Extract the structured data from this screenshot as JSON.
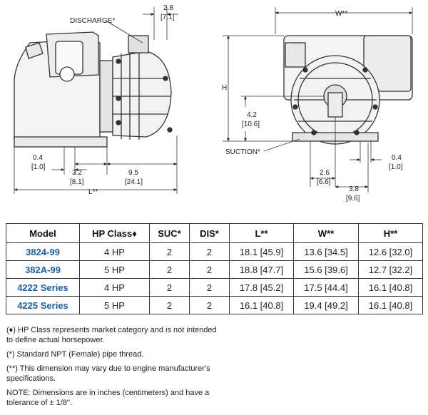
{
  "drawing": {
    "side_view": {
      "discharge_label": "DISCHARGE*",
      "dim_top_in": "2.8",
      "dim_top_cm": "[7.1]",
      "dim_left_in": "0.4",
      "dim_left_cm": "[1.0]",
      "dim_mid_in": "3.2",
      "dim_mid_cm": "[8.1]",
      "dim_right_in": "9.5",
      "dim_right_cm": "[24.1]",
      "length_label": "L**"
    },
    "front_view": {
      "width_label": "W**",
      "height_label": "H",
      "suction_label": "SUCTION*",
      "dim_height_in": "4.2",
      "dim_height_cm": "[10.6]",
      "dim_right_in": "0.4",
      "dim_right_cm": "[1.0]",
      "dim_mid_in": "2.6",
      "dim_mid_cm": "[6.6]",
      "dim_bottom_in": "3.8",
      "dim_bottom_cm": "[9.6]"
    }
  },
  "table": {
    "headers": [
      "Model",
      "HP Class♦",
      "SUC*",
      "DIS*",
      "L**",
      "W**",
      "H**"
    ],
    "rows": [
      {
        "model": "3824-99",
        "hp": "4 HP",
        "suc": "2",
        "dis": "2",
        "l": "18.1 [45.9]",
        "w": "13.6 [34.5]",
        "h": "12.6 [32.0]"
      },
      {
        "model": "382A-99",
        "hp": "5 HP",
        "suc": "2",
        "dis": "2",
        "l": "18.8 [47.7]",
        "w": "15.6 [39.6]",
        "h": "12.7 [32.2]"
      },
      {
        "model": "4222 Series",
        "hp": "4 HP",
        "suc": "2",
        "dis": "2",
        "l": "17.8 [45.2]",
        "w": "17.5 [44.4]",
        "h": "16.1 [40.8]"
      },
      {
        "model": "4225 Series",
        "hp": "5 HP",
        "suc": "2",
        "dis": "2",
        "l": "16.1 [40.8]",
        "w": "19.4 [49.2]",
        "h": "16.1 [40.8]"
      }
    ]
  },
  "notes": [
    "(♦) HP Class represents market category and is not intended to define actual horsepower.",
    "(*) Standard NPT (Female) pipe thread.",
    "(**) This dimension may vary due to engine manufacturer's specifications.",
    "NOTE: Dimensions are in inches (centimeters) and have a tolerance of ± 1/8''."
  ]
}
